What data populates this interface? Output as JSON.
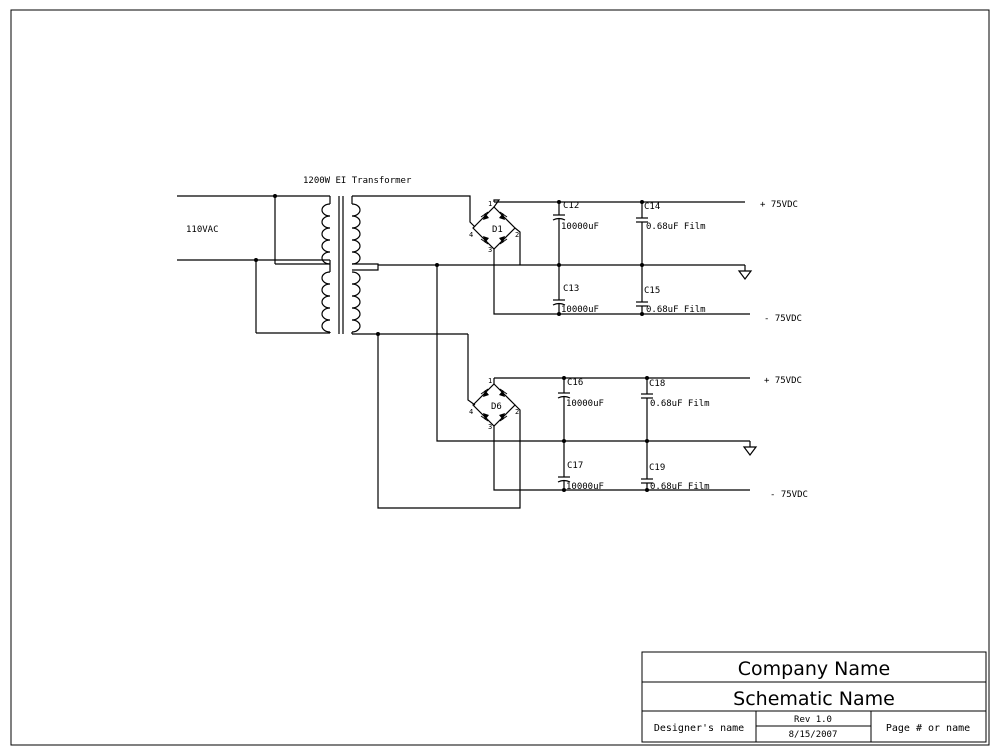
{
  "transformer": {
    "label": "1200W EI Transformer"
  },
  "input": {
    "label": "110VAC"
  },
  "bridges": {
    "top": {
      "ref": "D1",
      "pins": [
        "1",
        "2",
        "3",
        "4"
      ]
    },
    "bottom": {
      "ref": "D6",
      "pins": [
        "1",
        "2",
        "3",
        "4"
      ]
    }
  },
  "capacitors": {
    "c12": {
      "ref": "C12",
      "value": "10000uF"
    },
    "c13": {
      "ref": "C13",
      "value": "10000uF"
    },
    "c14": {
      "ref": "C14",
      "value": "0.68uF Film"
    },
    "c15": {
      "ref": "C15",
      "value": "0.68uF Film"
    },
    "c16": {
      "ref": "C16",
      "value": "10000uF"
    },
    "c17": {
      "ref": "C17",
      "value": "10000uF"
    },
    "c18": {
      "ref": "C18",
      "value": "0.68uF Film"
    },
    "c19": {
      "ref": "C19",
      "value": "0.68uF Film"
    }
  },
  "rails": {
    "top_pos": "+ 75VDC",
    "top_neg": "- 75VDC",
    "bot_pos": "+ 75VDC",
    "bot_neg": "- 75VDC"
  },
  "title_block": {
    "company": "Company Name",
    "schematic": "Schematic Name",
    "designer": "Designer's name",
    "rev": "Rev 1.0",
    "date": "8/15/2007",
    "page": "Page # or name"
  }
}
